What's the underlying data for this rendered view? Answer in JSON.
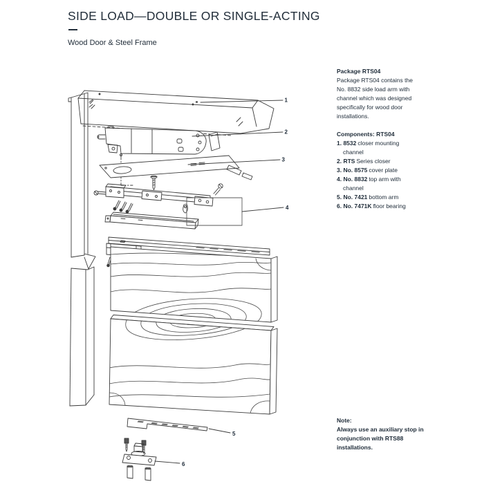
{
  "page": {
    "title": "SIDE LOAD—DOUBLE OR SINGLE-ACTING",
    "subtitle": "Wood Door & Steel Frame"
  },
  "package_info": {
    "heading": "Package RTS04",
    "body": "Package RTS04 contains the No. 8832 side load arm with channel which was designed specifically for wood door installations."
  },
  "components": {
    "heading": "Components: RTS04",
    "items": [
      {
        "label": "1. 8532",
        "rest": "closer mounting channel"
      },
      {
        "label": "2. RTS",
        "rest": "Series closer"
      },
      {
        "label": "3. No. 8575",
        "rest": "cover plate"
      },
      {
        "label": "4. No. 8832",
        "rest": "top arm with channel"
      },
      {
        "label": "5. No. 7421",
        "rest": "bottom arm"
      },
      {
        "label": "6. No. 7471K",
        "rest": "floor bearing"
      }
    ]
  },
  "note": {
    "heading": "Note:",
    "body": "Always use an auxiliary stop in conjunction with RTS88 installations."
  },
  "diagram": {
    "callouts": [
      "1",
      "2",
      "3",
      "4",
      "5",
      "6"
    ]
  },
  "colors": {
    "text": "#1e2b38",
    "line": "#3a3a3a",
    "background": "#ffffff"
  }
}
